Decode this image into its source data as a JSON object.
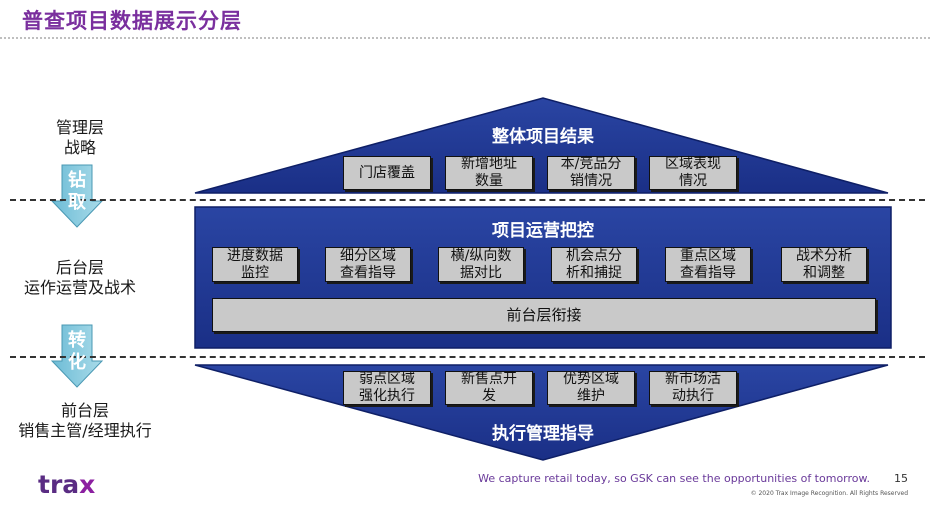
{
  "title": "普查项目数据展示分层",
  "layers": {
    "management": {
      "line1": "管理层",
      "line2": "战略"
    },
    "backend": {
      "line1": "后台层",
      "line2": "运作运营及战术"
    },
    "frontend": {
      "line1": "前台层",
      "line2": "销售主管/经理执行"
    }
  },
  "arrows": {
    "top": {
      "char1": "钻",
      "char2": "取"
    },
    "bottom": {
      "char1": "转",
      "char2": "化"
    }
  },
  "top_section": {
    "title": "整体项目结果",
    "boxes": [
      "门店覆盖",
      "新增地址\n数量",
      "本/竞品分\n销情况",
      "区域表现\n情况"
    ]
  },
  "middle_section": {
    "title": "项目运营把控",
    "boxes": [
      "进度数据\n监控",
      "细分区域\n查看指导",
      "横/纵向数\n据对比",
      "机会点分\n析和捕捉",
      "重点区域\n查看指导",
      "战术分析\n和调整"
    ],
    "bar": "前台层衔接"
  },
  "bottom_section": {
    "title": "执行管理指导",
    "boxes": [
      "弱点区域\n强化执行",
      "新售点开\n发",
      "优势区域\n维护",
      "新市场活\n动执行"
    ]
  },
  "footer": {
    "logo_main": "tra",
    "logo_x": "x",
    "tagline": "We capture retail today, so GSK can see the opportunities of tomorrow.",
    "page_number": "15",
    "copyright": "© 2020 Trax Image Recognition. All Rights Reserved"
  },
  "colors": {
    "title": "#7a2f9e",
    "shape_fill": "#1f3a93",
    "shape_edge": "#0e1f66",
    "box_fill": "#c9c9c9"
  }
}
